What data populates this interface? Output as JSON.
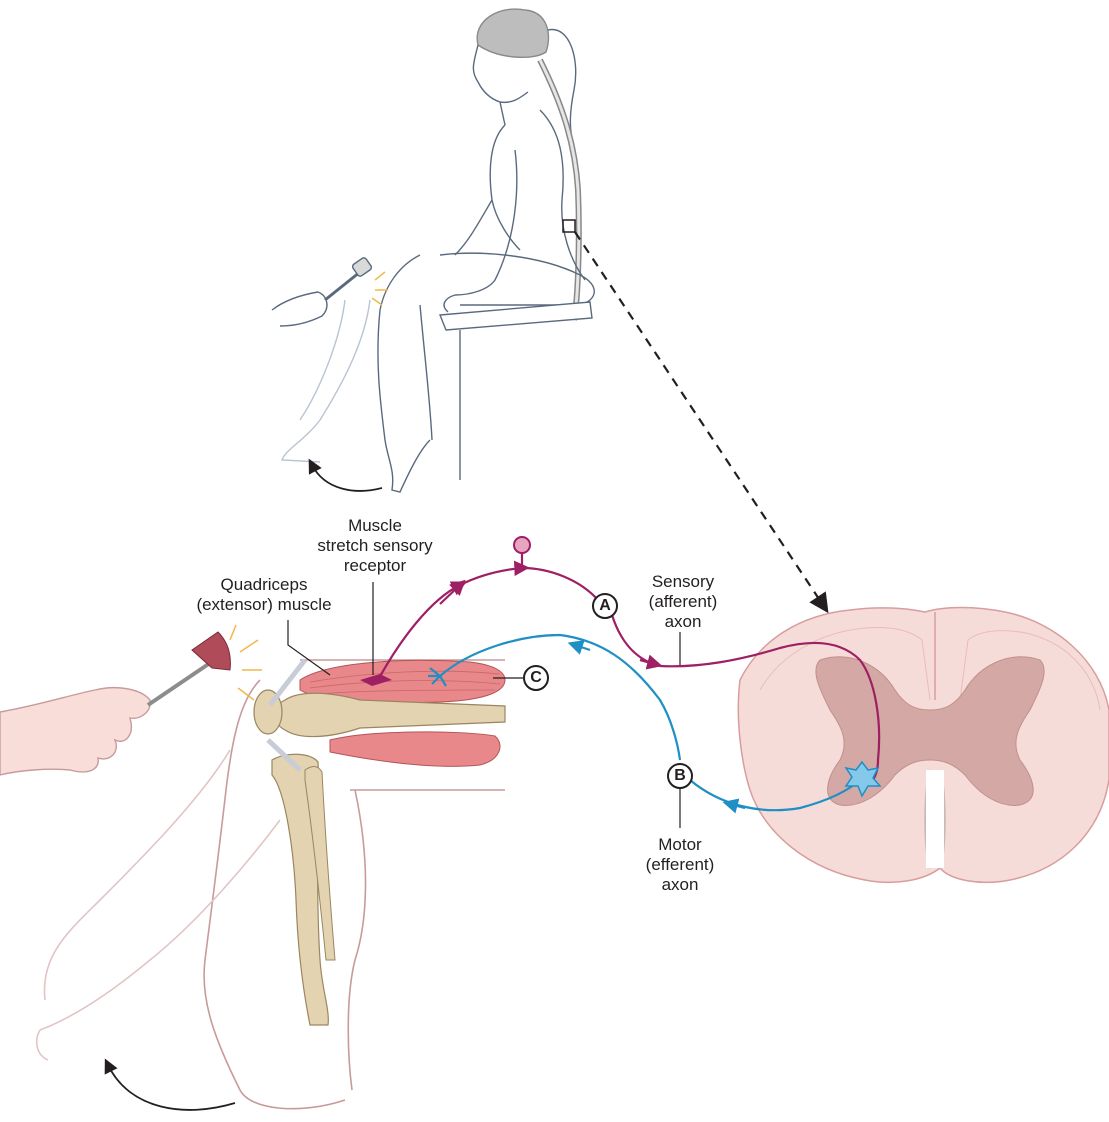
{
  "labels": {
    "muscle_receptor": "Muscle\nstretch sensory\nreceptor",
    "quadriceps": "Quadriceps\n(extensor) muscle",
    "sensory_axon": "Sensory\n(afferent)\naxon",
    "motor_axon": "Motor\n(efferent)\naxon"
  },
  "markers": {
    "a": "A",
    "b": "B",
    "c": "C"
  },
  "colors": {
    "sensory": "#9e1f63",
    "motor": "#1f8fc6",
    "muscle": "#e8888a",
    "bone": "#e3d3b0",
    "cord": "#f6dcd8",
    "gray_matter": "#d4a8a4"
  }
}
